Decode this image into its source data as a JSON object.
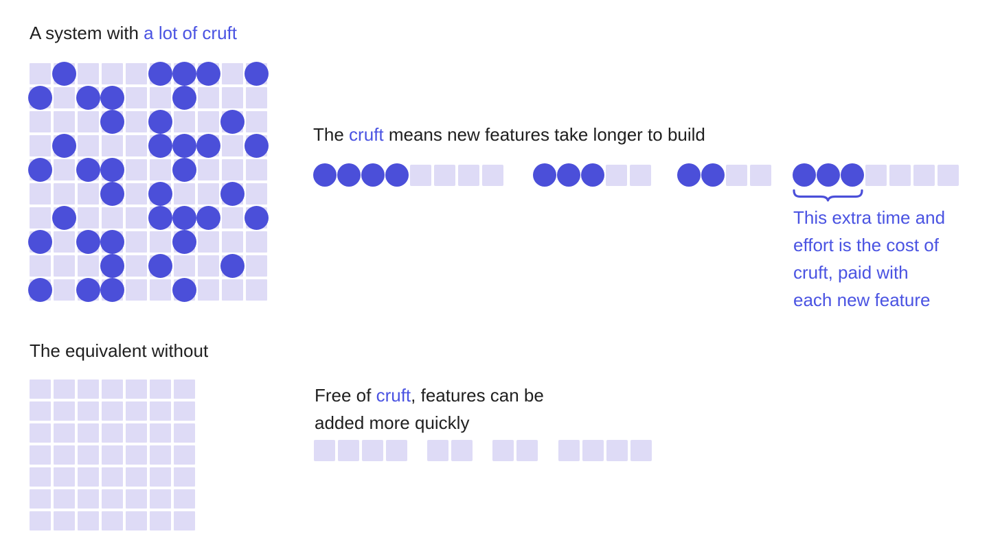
{
  "colors": {
    "page_bg": "#ffffff",
    "square_lavender": "#dedbf6",
    "dot_blue": "#4b4fd9",
    "text_dark": "#1f1f1f",
    "text_blue": "#4a53e2"
  },
  "cruft_system": {
    "heading_prefix": "A system with ",
    "heading_highlight": "a lot of cruft",
    "grid": {
      "rows": 10,
      "cols": 10,
      "cruft": [
        [
          2,
          6,
          7,
          8,
          10
        ],
        [
          1,
          3,
          4,
          7
        ],
        [
          4,
          6,
          9
        ],
        [
          2,
          6,
          7,
          8,
          10
        ],
        [
          1,
          3,
          4,
          7
        ],
        [
          4,
          6,
          9
        ],
        [
          2,
          6,
          7,
          8,
          10
        ],
        [
          1,
          3,
          4,
          7
        ],
        [
          4,
          6,
          9
        ],
        [
          1,
          3,
          4,
          7
        ]
      ]
    }
  },
  "cruft_cost": {
    "heading_prefix": "The ",
    "heading_highlight": "cruft",
    "heading_suffix": " means new features take longer to build",
    "bars": [
      {
        "cruft_units": 4,
        "feature_units": 4
      },
      {
        "cruft_units": 3,
        "feature_units": 2
      },
      {
        "cruft_units": 2,
        "feature_units": 2
      },
      {
        "cruft_units": 3,
        "feature_units": 4
      }
    ],
    "annotation_lines": [
      "This extra time and",
      "effort is the cost of",
      "cruft, paid with",
      "each new feature"
    ]
  },
  "clean_system": {
    "heading": "The equivalent without",
    "grid": {
      "rows": 7,
      "cols": 7,
      "cruft": []
    }
  },
  "clean_features": {
    "heading_prefix": "Free of ",
    "heading_highlight": "cruft",
    "heading_suffix": ", features can be",
    "heading_line2": "added more quickly",
    "bars": [
      {
        "cruft_units": 0,
        "feature_units": 4
      },
      {
        "cruft_units": 0,
        "feature_units": 2
      },
      {
        "cruft_units": 0,
        "feature_units": 2
      },
      {
        "cruft_units": 0,
        "feature_units": 4
      }
    ]
  }
}
